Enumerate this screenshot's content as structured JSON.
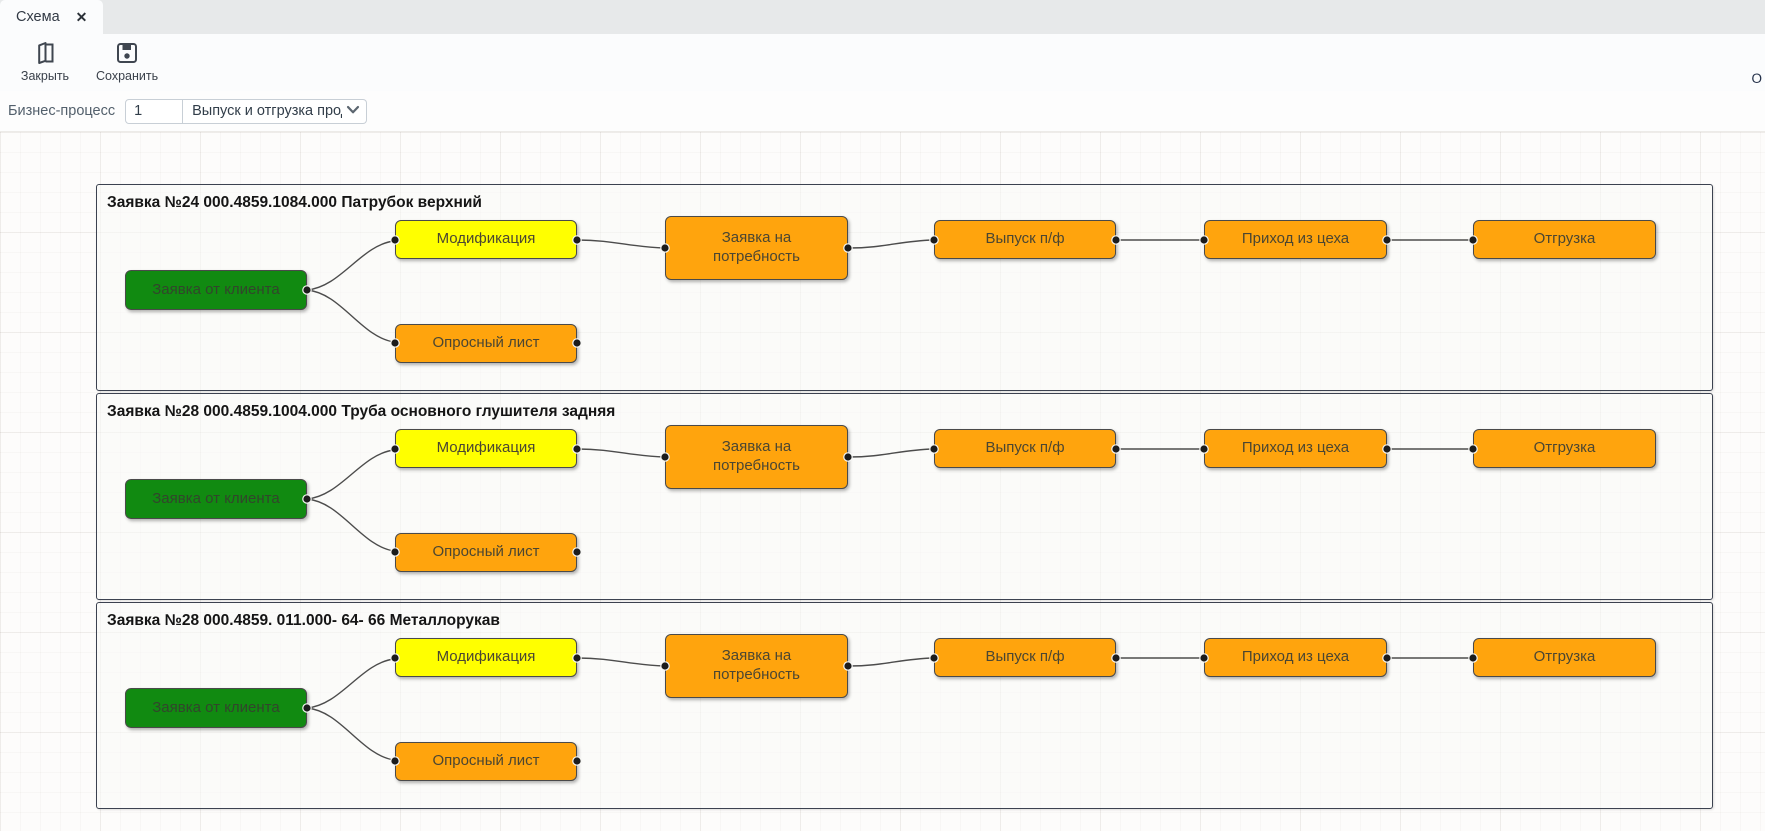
{
  "tab": {
    "title": "Схема",
    "close_icon": "✕"
  },
  "toolbar": {
    "close_label": "Закрыть",
    "save_label": "Сохранить",
    "right_partial_label": "О"
  },
  "form": {
    "label": "Бизнес-процесс",
    "number_value": "1",
    "process_value": "Выпуск и отгрузка проду"
  },
  "diagram": {
    "lanes": [
      {
        "title": "Заявка №24 000.4859.1084.000 Патрубок верхний"
      },
      {
        "title": "Заявка №28 000.4859.1004.000 Труба основного глушителя задняя"
      },
      {
        "title": "Заявка №28 000.4859. 011.000- 64- 66 Металлорукав"
      }
    ],
    "nodes": {
      "client_request": {
        "label": "Заявка от клиента",
        "color": "#118a11"
      },
      "modification": {
        "label": "Модификация",
        "color": "#ffff00"
      },
      "survey_sheet": {
        "label": "Опросный лист",
        "color": "#ffa40d"
      },
      "demand_request": {
        "label": "Заявка на потребность",
        "color": "#ffa40d"
      },
      "semi_finished_output": {
        "label": "Выпуск п/ф",
        "color": "#ffa40d"
      },
      "arrival_from_shop": {
        "label": "Приход из цеха",
        "color": "#ffa40d"
      },
      "shipment": {
        "label": "Отгрузка",
        "color": "#ffa40d"
      }
    },
    "colors": {
      "green": "#118a11",
      "yellow": "#ffff00",
      "orange": "#ffa40d",
      "connector": "#4c4c4c",
      "dot": "#1c1c1c"
    }
  }
}
